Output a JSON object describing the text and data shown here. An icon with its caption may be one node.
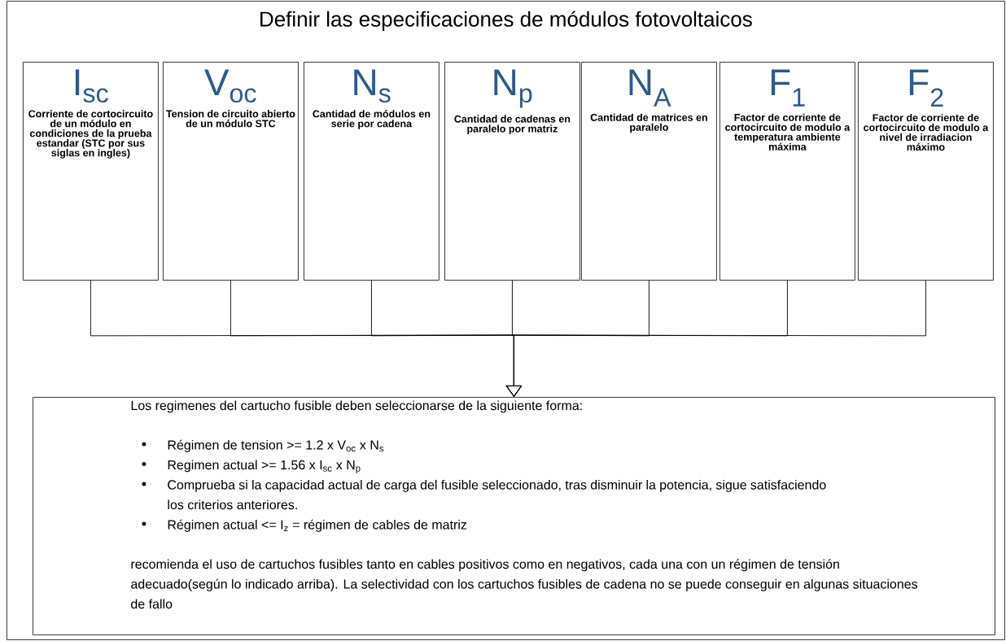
{
  "diagram": {
    "nodes": [
      {
        "text": [
          "Definir las especificaciones de módulos fotovoltaicos"
        ]
      },
      {
        "text": [
          "I$_{sc}$",
          "Corriente de cortocircuito de un módulo en condiciones de la prueba estandar (STC por sus siglas en ingles)"
        ],
        "in": 0
      },
      {
        "text": [
          "V$_{oc}$",
          "Tension de circuito abierto de un módulo STC"
        ],
        "in": 0
      },
      {
        "text": [
          "N$_{s}$",
          "Cantidad de módulos en serie por cadena"
        ],
        "in": 0
      },
      {
        "text": [
          "N$_{p}$",
          "Cantidad de cadenas en paralelo por matriz"
        ],
        "in": 0
      },
      {
        "text": [
          "N$_{A}$",
          "Cantidad de matrices en paralelo"
        ],
        "in": 0
      },
      {
        "text": [
          "F$_{1}$",
          "Factor de corriente de cortocircuito de modulo a temperatura ambiente máxima"
        ],
        "in": 0
      },
      {
        "text": [
          "F$_{2}$",
          "Factor de corriente de cortocircuito de modulo a nivel de irradiacion máximo"
        ],
        "in": 0
      },
      {
        "text": [
          "Los regimenes del cartucho fusible deben seleccionarse de la siguiente forma:",
          "Régimen de tension >= 1.2 x V$_{oc}$ x N$_{s}$",
          "Regimen actual >= 1.56 x I$_{sc}$ x N$_{p}$",
          "Comprueba si la capacidad actual de carga del fusible seleccionado, tras disminuir la potencia, sigue satisfaciendo los criterios anteriores.",
          "Régimen actual <= I$_{z}$ = régimen de cables de matriz",
          "recomienda el uso de cartuchos fusibles tanto en cables positivos como en negativos, cada una con un régimen de tensión adecuado(según lo indicado arriba). La selectividad con los cartuchos fusibles de cadena no se puede conseguir en algunas situaciones de fallo"
        ],
        "in": 0
      }
    ],
    "edges": [
      {
        "from": 1,
        "to": 8,
        "arrow": "to"
      },
      {
        "from": 2,
        "to": 8,
        "arrow": "to"
      },
      {
        "from": 3,
        "to": 8,
        "arrow": "to"
      },
      {
        "from": 4,
        "to": 8,
        "arrow": "to"
      },
      {
        "from": 5,
        "to": 8,
        "arrow": "to"
      },
      {
        "from": 6,
        "to": 8,
        "arrow": "to"
      },
      {
        "from": 7,
        "to": 8,
        "arrow": "to"
      }
    ]
  }
}
